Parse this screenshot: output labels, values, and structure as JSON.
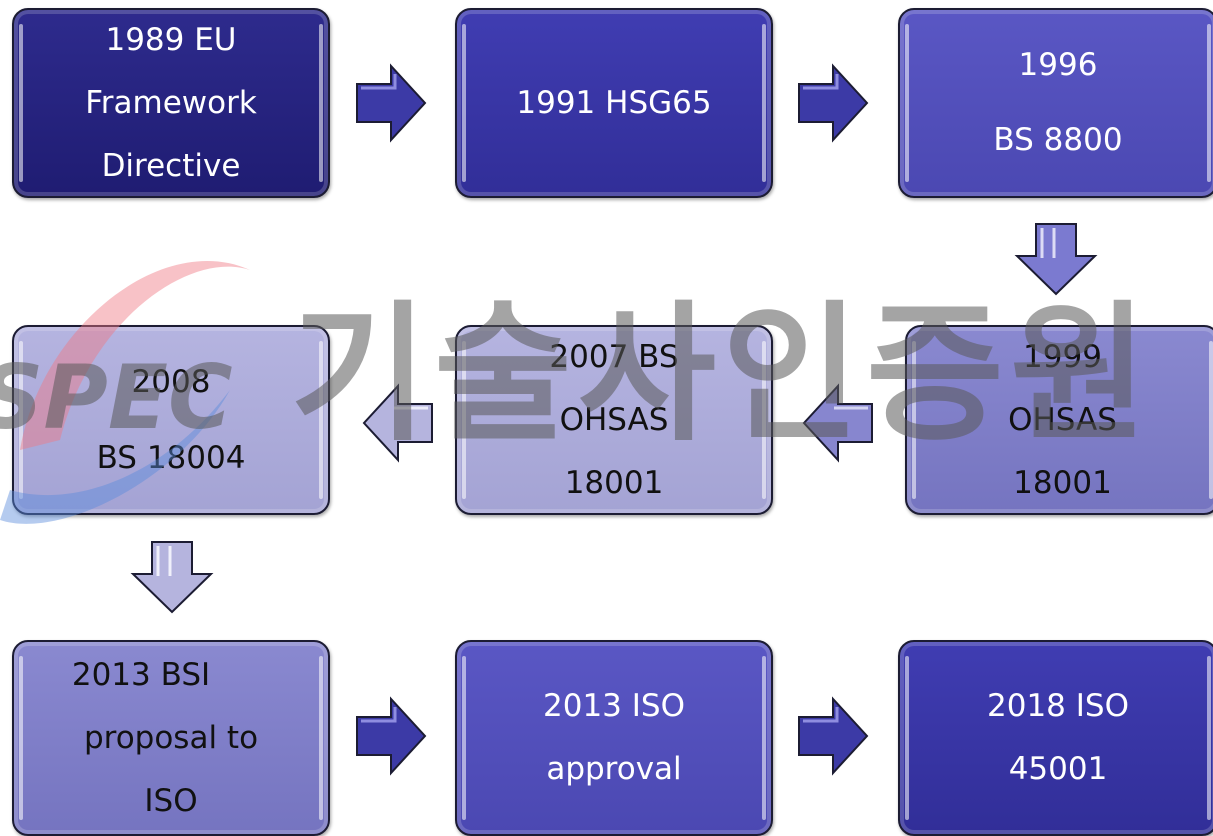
{
  "steps": [
    {
      "lines": [
        "1989 EU",
        "Framework",
        "Directive"
      ]
    },
    {
      "lines": [
        "1991 HSG65"
      ]
    },
    {
      "lines": [
        "1996",
        "BS 8800"
      ]
    },
    {
      "lines": [
        "1999",
        "OHSAS",
        "18001"
      ]
    },
    {
      "lines": [
        "2007 BS",
        "OHSAS",
        "18001"
      ]
    },
    {
      "lines": [
        "2008",
        "BS 18004"
      ]
    },
    {
      "lines": [
        "2013 BSI",
        "proposal to",
        "ISO"
      ]
    },
    {
      "lines": [
        "2013 ISO",
        "approval"
      ]
    },
    {
      "lines": [
        "2018 ISO",
        "45001"
      ]
    }
  ],
  "watermark": {
    "logo_text": "SPEC",
    "text": "기술사인증원"
  },
  "colors": {
    "dark": "#1f1c72",
    "mid": "#312e98",
    "medium": "#4b48b2",
    "lavender": "#7574c0",
    "pale": "#a4a3d4",
    "arrow_blue": "#3c3aa6",
    "arrow_pale": "#b5b4de"
  }
}
